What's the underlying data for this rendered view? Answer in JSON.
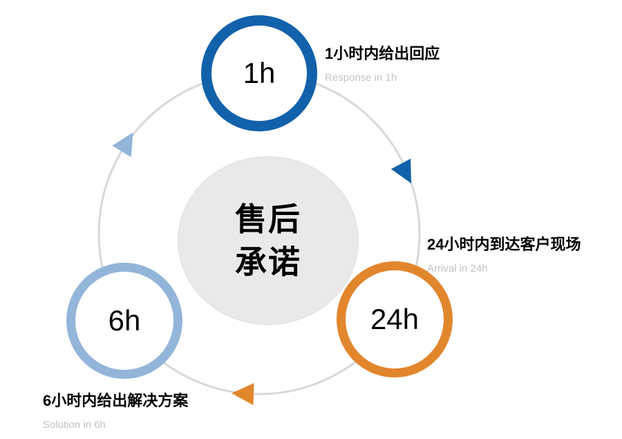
{
  "diagram": {
    "center": {
      "line1": "售后",
      "line2": "承诺"
    },
    "nodes": [
      {
        "id": "response",
        "value": "1h",
        "title": "1小时内给出回应",
        "subtitle": "Response in 1h"
      },
      {
        "id": "arrival",
        "value": "24h",
        "title": "24小时内到达客户现场",
        "subtitle": "Arrival in 24h"
      },
      {
        "id": "solution",
        "value": "6h",
        "title": "6小时内给出解决方案",
        "subtitle": "Solution in 6h"
      }
    ],
    "colors": {
      "blue": "#1261ab",
      "orange": "#e2862d",
      "light_blue": "#93b5d9",
      "track": "#d8d8d8",
      "center_fill": "#e9e9e9",
      "subtitle_gray": "#c3c3c3",
      "title_black": "#000000"
    }
  }
}
